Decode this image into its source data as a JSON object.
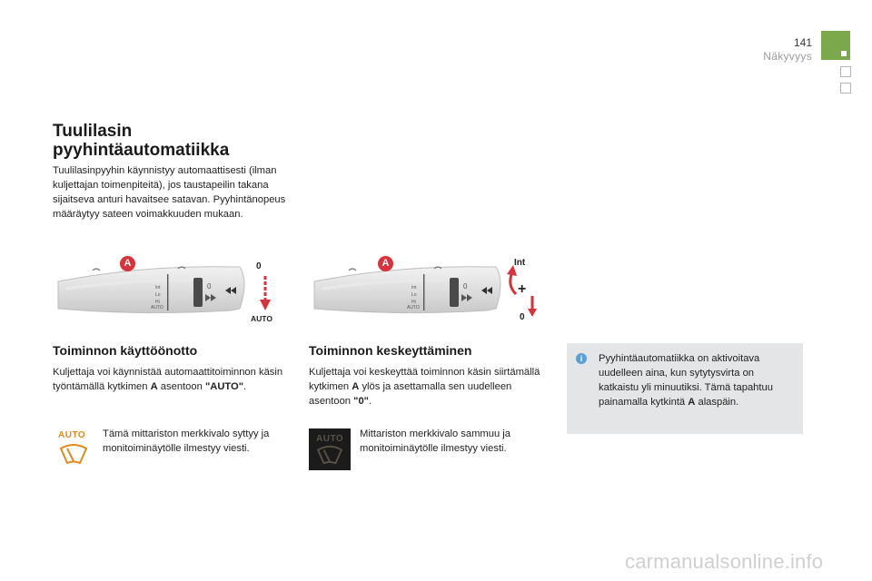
{
  "header": {
    "page_number": "141",
    "section": "Näkyvyys"
  },
  "intro": {
    "title_line1": "Tuulilasin",
    "title_line2": "pyyhintäautomatiikka",
    "text": "Tuulilasinpyyhin käynnistyy automaattisesti (ilman kuljettajan toimenpiteitä), jos taustapeilin takana sijaitseva anturi havaitsee satavan. Pyyhintänopeus määräytyy sateen voimakkuuden mukaan."
  },
  "illustration_left": {
    "callout": "A",
    "label_top": "0",
    "label_bottom": "AUTO"
  },
  "illustration_right": {
    "callout": "A",
    "label_top": "Int",
    "label_bottom": "0"
  },
  "activation": {
    "heading": "Toiminnon käyttöönotto",
    "text_before": "Kuljettaja voi käynnistää automaattitoiminnon käsin työntämällä kytkimen ",
    "bold_a": "A",
    "text_middle": " asentoon ",
    "bold_value": "\"AUTO\"",
    "text_after": ".",
    "icon_label": "AUTO",
    "indicator_text": "Tämä mittariston merkkivalo syttyy ja monitoiminäytölle ilmestyy viesti."
  },
  "deactivation": {
    "heading": "Toiminnon keskeyttäminen",
    "text_before": "Kuljettaja voi keskeyttää toiminnon käsin siirtämällä kytkimen ",
    "bold_a": "A",
    "text_middle": " ylös ja asettamalla sen uudelleen asentoon ",
    "bold_value": "\"0\"",
    "text_after": ".",
    "icon_label": "AUTO",
    "indicator_text": "Mittariston merkkivalo sammuu ja monitoiminäytölle ilmestyy viesti."
  },
  "info": {
    "text_before": "Pyyhintäautomatiikka on aktivoitava uudelleen aina, kun sytytysvirta on katkaistu yli minuutiksi. Tämä tapahtuu painamalla kytkintä ",
    "bold_a": "A",
    "text_after": " alaspäin."
  },
  "watermark": "carmanualsonline.info",
  "colors": {
    "section_green": "#7aa84a",
    "callout_red": "#d9323a",
    "auto_orange": "#e08a1e",
    "info_bg": "#e3e5e6",
    "info_icon": "#5aa0d8"
  }
}
